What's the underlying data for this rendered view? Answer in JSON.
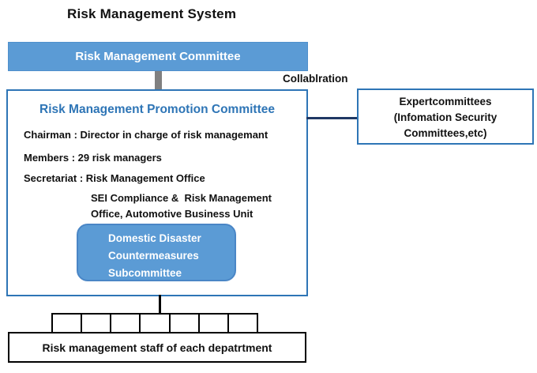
{
  "page": {
    "title": "Risk Management System"
  },
  "colors": {
    "steel_blue_fill": "#5B9BD5",
    "blue_border": "#2E75B6",
    "blue_title_text": "#2E75B6",
    "navy_connector": "#1F3864",
    "gray_connector": "#808080",
    "black_lines": "#000000"
  },
  "top_committee": {
    "label": "Risk Management Committee"
  },
  "collaboration_label": "Collablration",
  "promotion_committee": {
    "title": "Risk Management Promotion Committee",
    "info_lines": [
      {
        "text": "Chairman : Director in charge of risk managemant",
        "indent": false
      },
      {
        "text": "Members : 29 risk managers",
        "indent": false
      },
      {
        "text": "Secretariat : Risk Management Office",
        "indent": false
      },
      {
        "text": "SEI Compliance &  Risk Management",
        "indent": true
      },
      {
        "text": "Office, Automotive Business Unit",
        "indent": true
      }
    ],
    "subcommittee": {
      "lines": [
        "Domestic Disaster",
        "Countermeasures",
        "Subcommittee"
      ]
    }
  },
  "expert_committees": {
    "lines": [
      "Expertcommittees",
      "(Infomation Security",
      "Committees,etc)"
    ]
  },
  "staff_box": {
    "label": "Risk management staff of each depatrtment"
  },
  "connector_cells_count": 7
}
